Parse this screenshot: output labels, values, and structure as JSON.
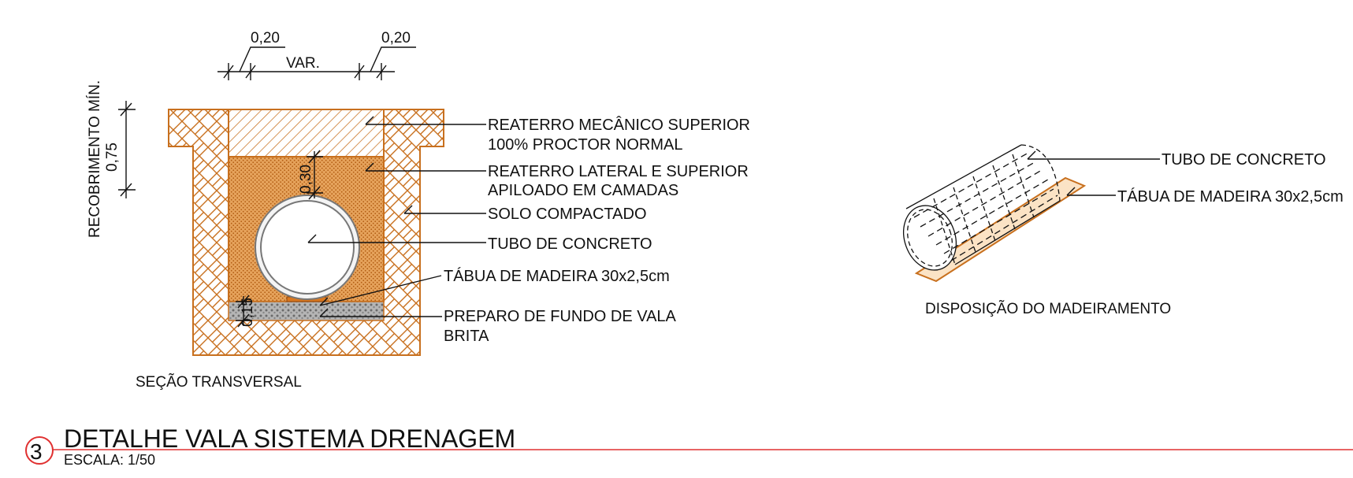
{
  "section": {
    "caption": "SEÇÃO TRANSVERSAL",
    "dim_top_left": "0,20",
    "dim_top_right": "0,20",
    "dim_var": "VAR.",
    "dim_cover_label": "RECOBRIMENTO MÍN.",
    "dim_cover_value": "0,75",
    "dim_030": "0,30",
    "dim_015": "0,15",
    "labels": [
      "REATERRO MECÂNICO SUPERIOR",
      "100% PROCTOR NORMAL",
      "REATERRO LATERAL E SUPERIOR",
      "APILOADO EM CAMADAS",
      "SOLO COMPACTADO",
      "TUBO DE CONCRETO",
      "TÁBUA DE MADEIRA 30x2,5cm",
      "PREPARO DE FUNDO DE VALA",
      "BRITA"
    ]
  },
  "layout_detail": {
    "caption": "DISPOSIÇÃO DO MADEIRAMENTO",
    "labels": [
      "TUBO DE CONCRETO",
      "TÁBUA DE MADEIRA 30x2,5cm"
    ]
  },
  "title_block": {
    "number": "3",
    "title": "DETALHE VALA SISTEMA DRENAGEM",
    "scale": "ESCALA: 1/50"
  },
  "colors": {
    "soil_line": "#c8701e",
    "backfill_fill": "#e6a35c",
    "gravel_fill": "#9a9a9a",
    "title_line": "#e03030",
    "ink": "#111111"
  }
}
